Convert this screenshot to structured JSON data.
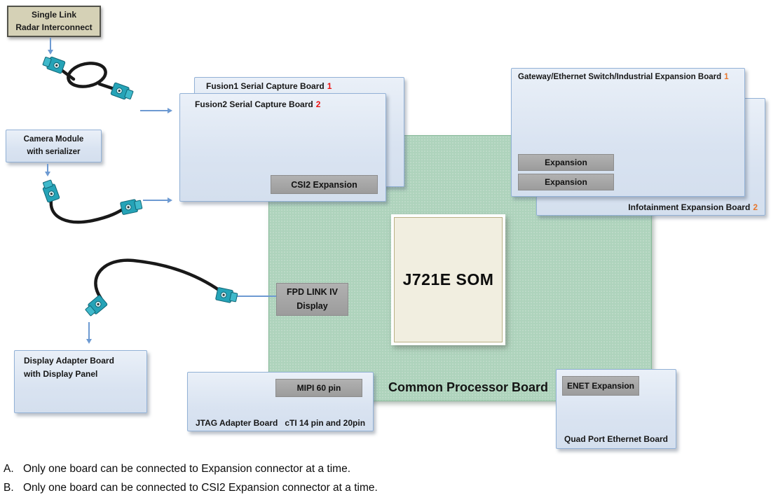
{
  "colors": {
    "accent_blue_border": "#92b1d6",
    "green_fill": "#aed3bc",
    "green_border": "#85b897",
    "gray_button": "#a6a6a6",
    "tan_fill": "#d5d1b6",
    "tan_border": "#52524a",
    "som_fill": "#f1eee0",
    "som_border": "#b9b084",
    "arrow_blue": "#6d9ad2",
    "num_red": "#ee1111",
    "num_orange": "#e8772e",
    "cable_black": "#191919",
    "connector_teal": "#25a3b7"
  },
  "boards": {
    "radar": {
      "line1": "Single Link",
      "line2": "Radar Interconnect"
    },
    "camera": {
      "line1": "Camera Module",
      "line2": "with serializer"
    },
    "fusion1": {
      "label": "Fusion1 Serial Capture Board",
      "number": "1"
    },
    "fusion2": {
      "label": "Fusion2 Serial Capture Board",
      "number": "2"
    },
    "gateway": {
      "label": "Gateway/Ethernet Switch/Industrial Expansion Board",
      "number": "1"
    },
    "infotainment": {
      "label": "Infotainment Expansion Board",
      "number": "2"
    },
    "common_processor": {
      "label": "Common Processor Board"
    },
    "som": {
      "label": "J721E SOM"
    },
    "display_adapter": {
      "line1": "Display Adapter Board",
      "line2": "with Display Panel"
    },
    "jtag": {
      "label": "JTAG Adapter Board",
      "sublabel": "cTI 14 pin and 20pin"
    },
    "quad_port": {
      "label": "Quad Port Ethernet Board"
    }
  },
  "connectors": {
    "csi2": "CSI2 Expansion",
    "expansion_top": "Expansion",
    "expansion_bottom": "Expansion",
    "fpd": {
      "line1": "FPD LINK IV",
      "line2": "Display"
    },
    "mipi": "MIPI 60 pin",
    "enet": "ENET Expansion"
  },
  "notes": [
    {
      "marker": "A.",
      "text": "Only one board can be connected to Expansion connector at a time."
    },
    {
      "marker": "B.",
      "text": "Only one board can be connected to CSI2 Expansion connector at a time."
    }
  ]
}
